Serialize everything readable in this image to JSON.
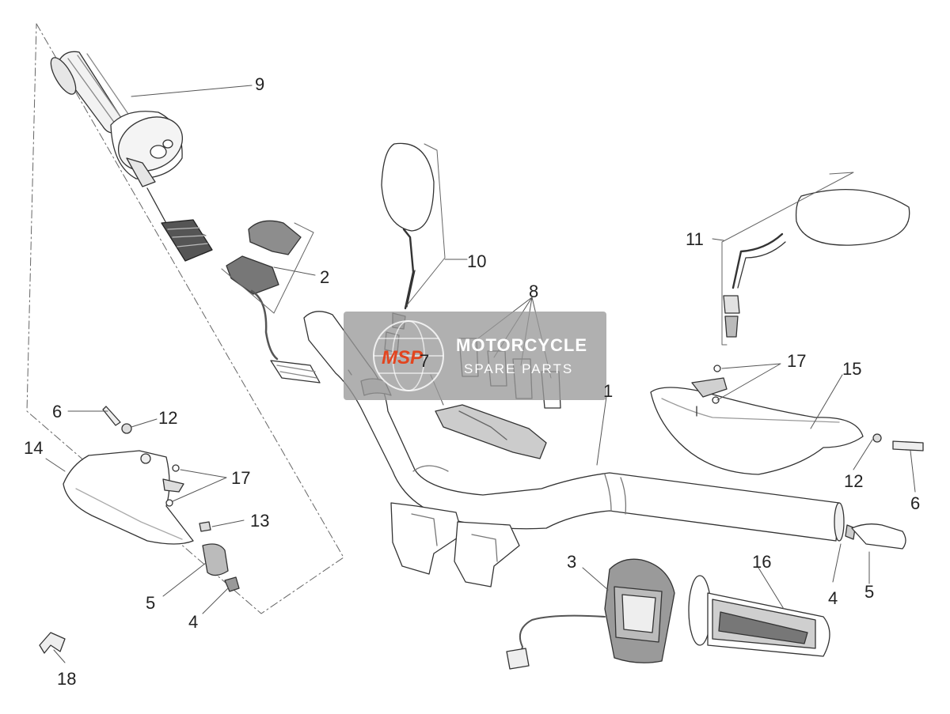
{
  "watermark": {
    "logo": "MSP",
    "title": "MOTORCYCLE",
    "subtitle": "SPARE PARTS"
  },
  "callouts": {
    "c1": "1",
    "c2": "2",
    "c3": "3",
    "c4a": "4",
    "c4b": "4",
    "c5a": "5",
    "c5b": "5",
    "c6a": "6",
    "c6b": "6",
    "c7": "7",
    "c8": "8",
    "c9": "9",
    "c10": "10",
    "c11": "11",
    "c12a": "12",
    "c12b": "12",
    "c13": "13",
    "c14": "14",
    "c15": "15",
    "c16": "16",
    "c17a": "17",
    "c17b": "17",
    "c18": "18"
  },
  "colors": {
    "line": "#333333",
    "part_fill": "#ffffff",
    "part_shade": "#d9d9d9",
    "dark_part": "#8a8a8a",
    "watermark_bg": "#9a9a9a",
    "logo_accent": "#e2451f"
  }
}
